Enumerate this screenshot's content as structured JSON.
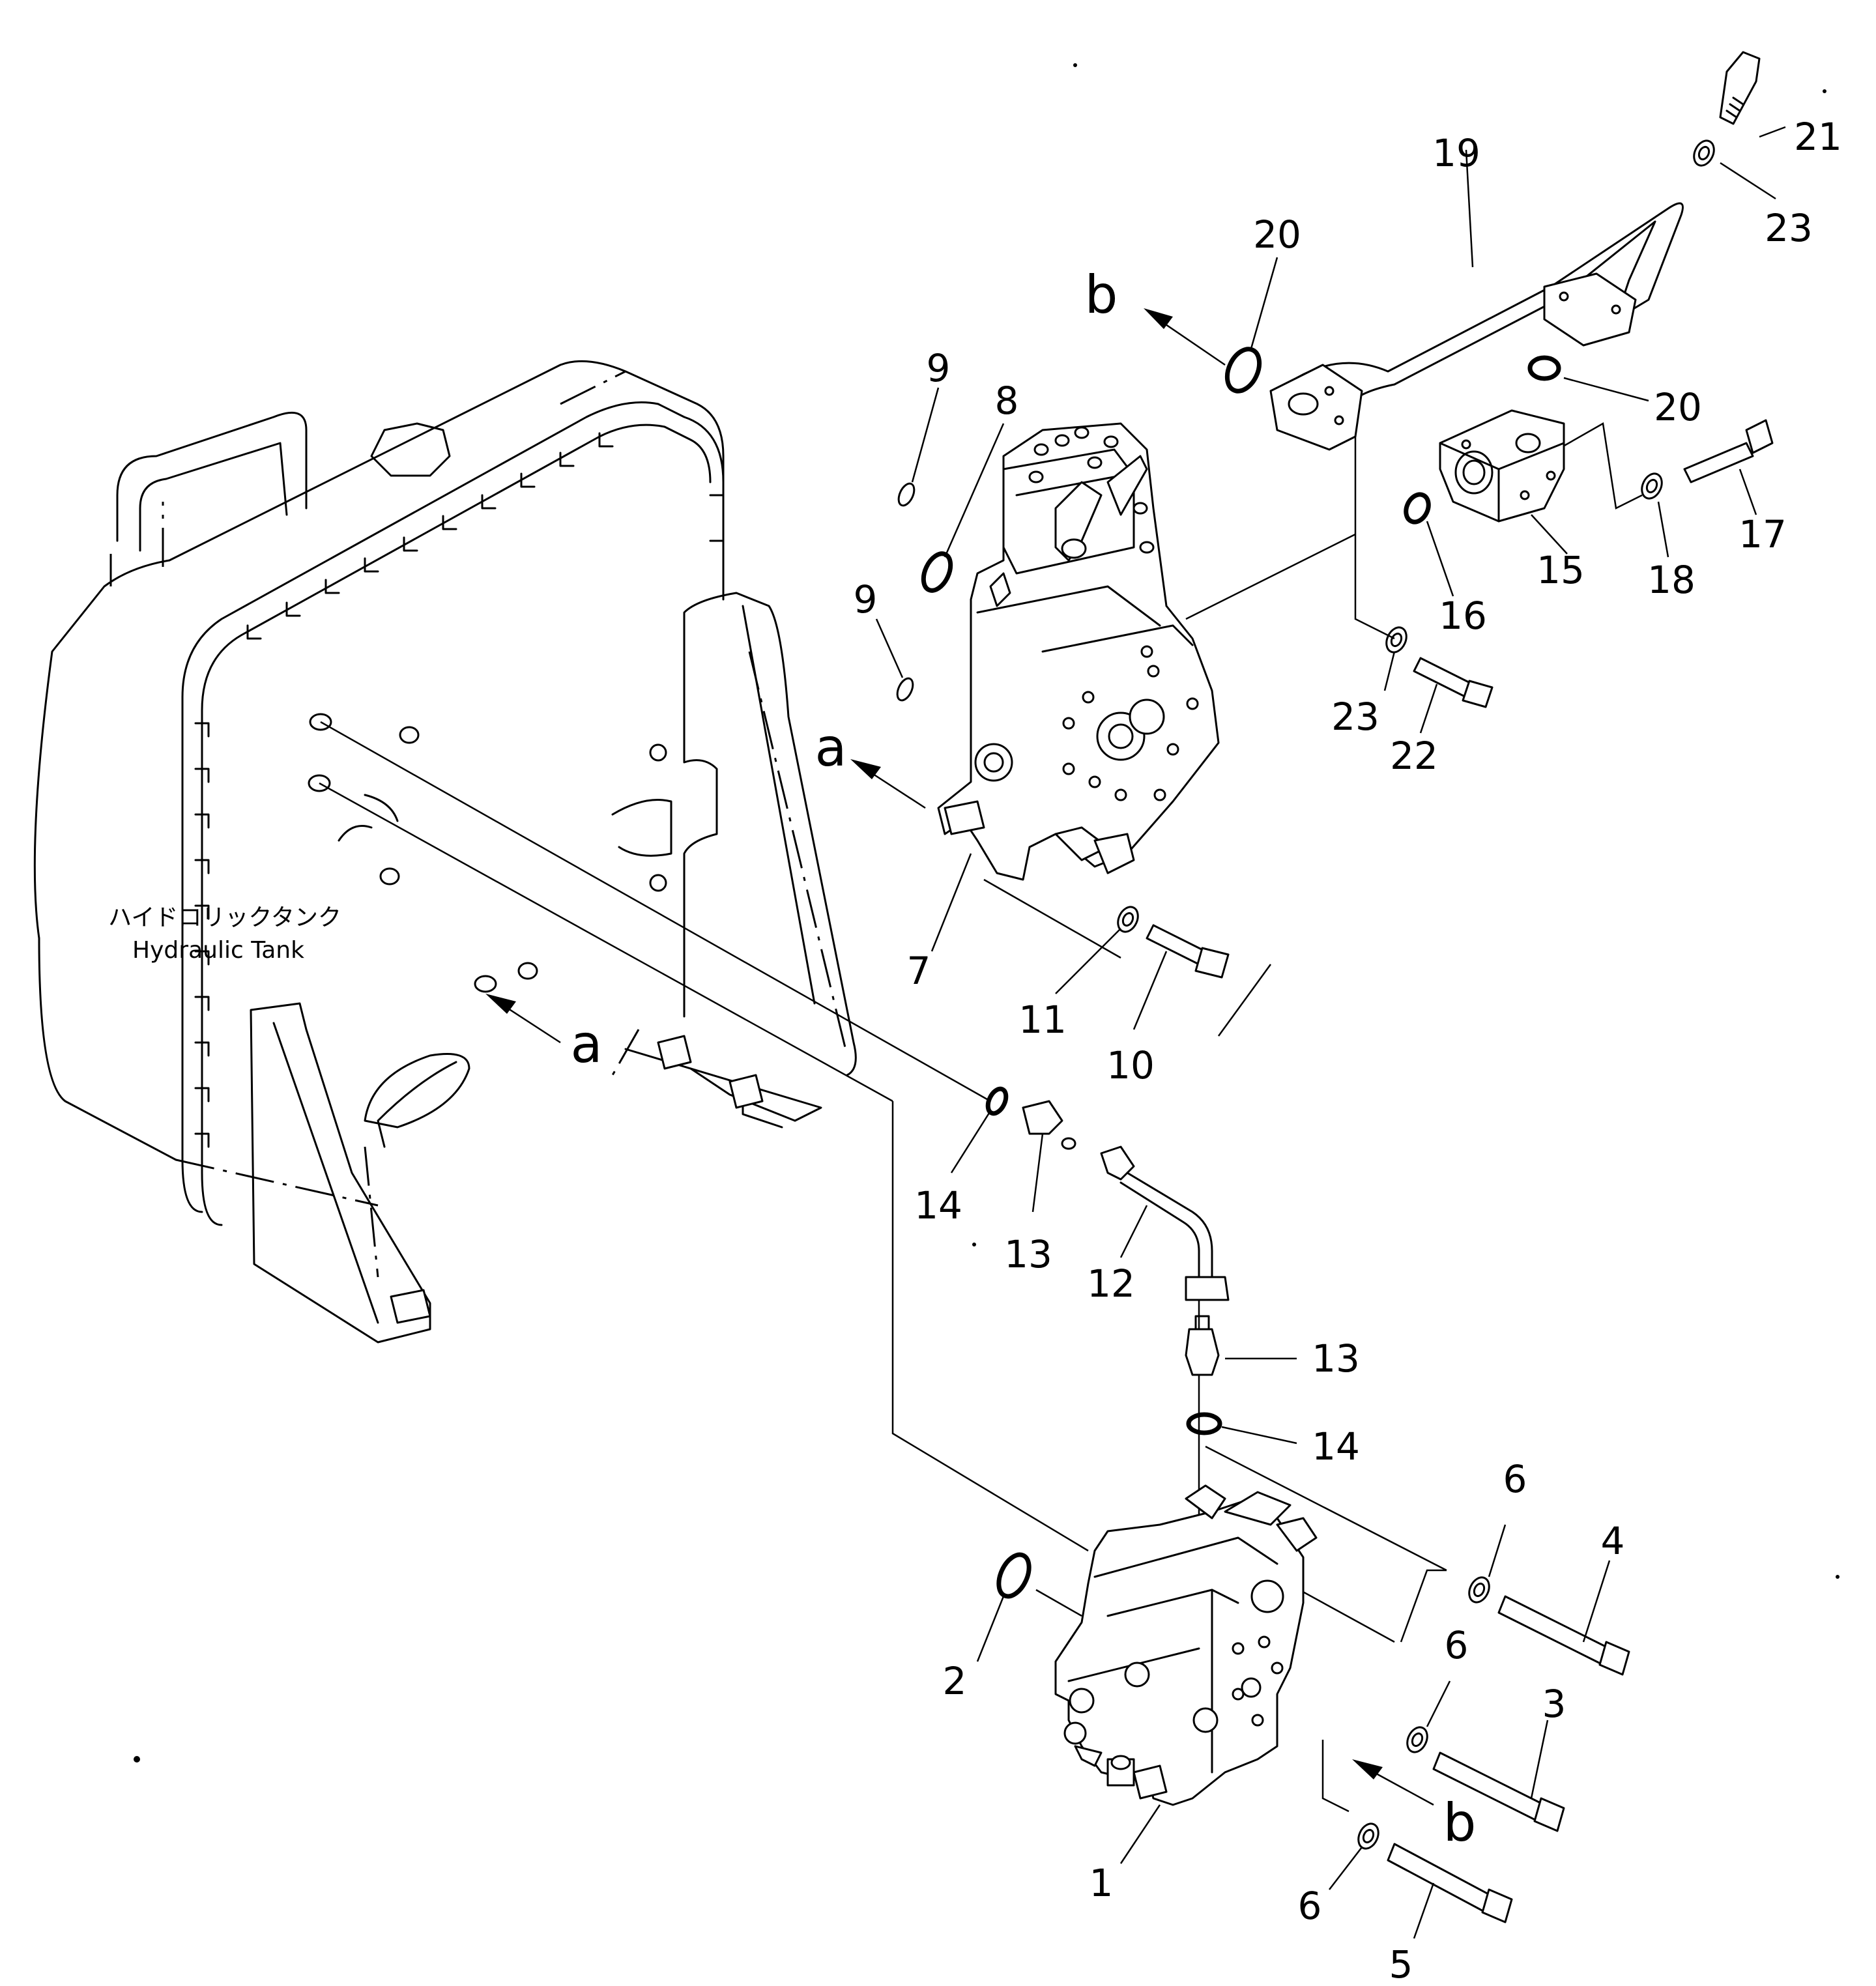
{
  "diagram": {
    "tank_label_jp": "ハイドロリックタンク",
    "tank_label_en": "Hydraulic Tank",
    "view_refs": {
      "a": "a",
      "b": "b"
    },
    "part_numbers": {
      "p1": "1",
      "p2": "2",
      "p3": "3",
      "p4": "4",
      "p5": "5",
      "p6": "6",
      "p7": "7",
      "p8": "8",
      "p9": "9",
      "p10": "10",
      "p11": "11",
      "p12": "12",
      "p13": "13",
      "p14": "14",
      "p15": "15",
      "p16": "16",
      "p17": "17",
      "p18": "18",
      "p19": "19",
      "p20": "20",
      "p21": "21",
      "p22": "22",
      "p23": "23"
    }
  }
}
